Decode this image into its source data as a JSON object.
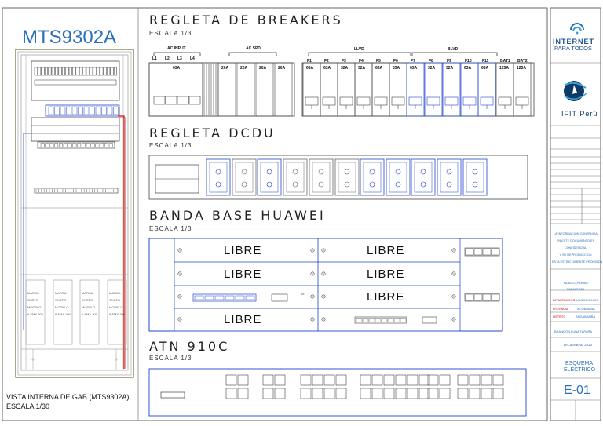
{
  "cabinet": {
    "name": "MTS9302A",
    "view_caption": "VISTA INTERNA DE GAB (MTS9302A)",
    "scale": "ESCALA 1/30",
    "battery_labels": [
      "MARCA",
      "SHOTO",
      "MODELO",
      "6-FMX-200"
    ]
  },
  "breakers": {
    "title": "REGLETA DE BREAKERS",
    "scale": "ESCALA 1/3",
    "groups": {
      "ac_input": "AC INPUT",
      "ac_spd": "AC SPD",
      "llvd": "LLVD",
      "blvd": "BLVD"
    },
    "ac_terminals": [
      "L1",
      "L2",
      "L3",
      "L4"
    ],
    "ac_main": "63A",
    "spd_ratings": [
      "20A",
      "20A",
      "20A",
      "20A"
    ],
    "dc_labels": [
      "F1",
      "F2",
      "F3",
      "F4",
      "F5",
      "F6",
      "F7",
      "F8",
      "F9",
      "F10",
      "F11",
      "BAT1",
      "BAT2"
    ],
    "dc_ratings": [
      "63A",
      "63A",
      "32A",
      "32A",
      "63A",
      "63A",
      "63A",
      "32A",
      "32A",
      "63A",
      "63A",
      "125A",
      "125A"
    ]
  },
  "dcdu": {
    "title": "REGLETA DCDU",
    "scale": "ESCALA 1/3"
  },
  "bbu": {
    "title": "BANDA BASE HUAWEI",
    "scale": "ESCALA 1/3",
    "slots": [
      "LIBRE",
      "LIBRE",
      "LIBRE",
      "LIBRE",
      "LIBRE",
      "LIBRE"
    ]
  },
  "atn": {
    "title": "ATN 910C",
    "scale": "ESCALA 1/3"
  },
  "title_block": {
    "logo_top": "INTERNET",
    "logo_bottom": "PARA TODOS",
    "partner": "IFIT Perú",
    "confidential": [
      "LA INFORMACION CONTENIDA",
      "EN ESTE DOCUMENTO ES",
      "CONFIDENCIAL",
      "Y SU REPRODUCCION",
      "ESTA ESTRICTAMENTE PROHIBIDA"
    ],
    "location": [
      "HUACO_PARIAS",
      "PARIAS 305"
    ],
    "department_label": "DEPARTAMENTO",
    "department": "HUANCAVELICA",
    "province_label": "PROVINCIA",
    "province": "ACOBAMBA",
    "district_label": "DISTRITO",
    "district": "ANDABAMBA",
    "drawn_by": "BRANDON LUNA TAPARA",
    "date": "DICIEMBRE 2022",
    "plan_name": [
      "ESQUEMA",
      "ELECTRICO"
    ],
    "sheet_number": "E-01"
  }
}
